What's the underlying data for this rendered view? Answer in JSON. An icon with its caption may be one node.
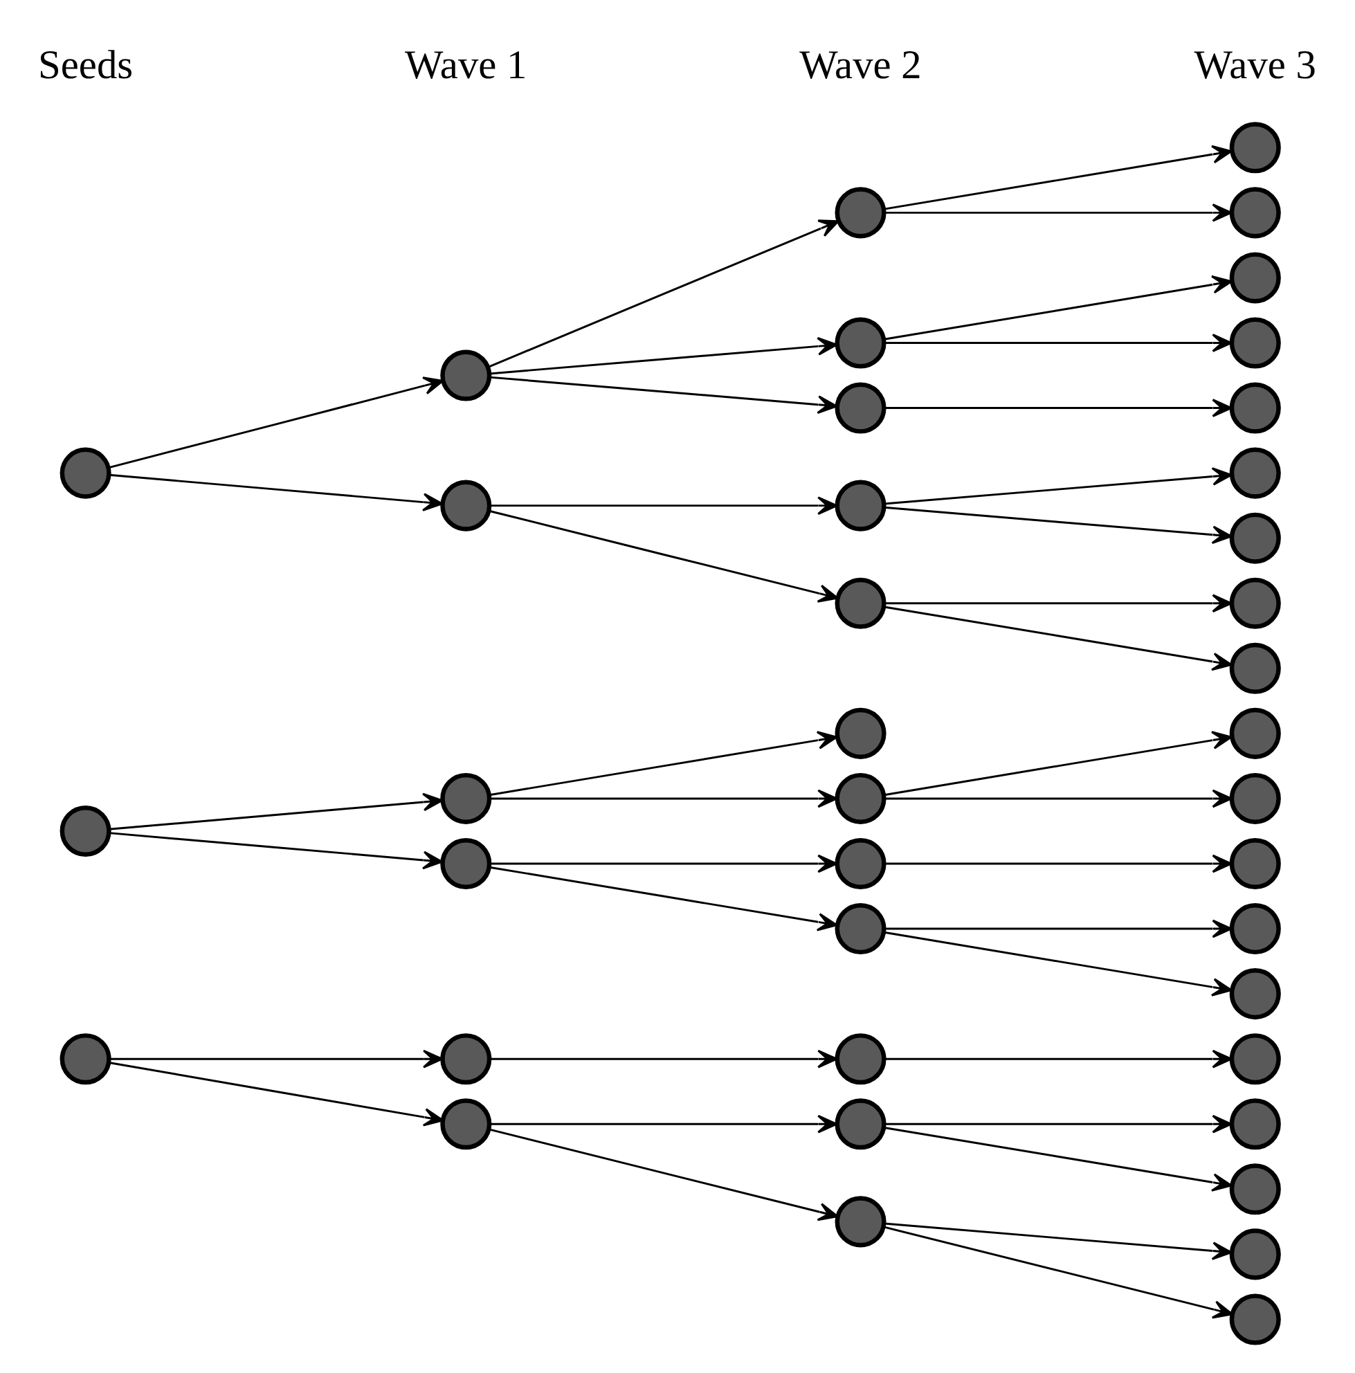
{
  "diagram": {
    "nodes": [
      {
        "text": [],
        "shape": "circle"
      },
      {
        "text": [],
        "shape": "circle"
      },
      {
        "text": [],
        "shape": "circle"
      },
      {
        "text": [],
        "shape": "circle"
      },
      {
        "text": [],
        "shape": "circle"
      },
      {
        "text": [],
        "shape": "circle"
      },
      {
        "text": [],
        "shape": "circle"
      },
      {
        "text": [],
        "shape": "circle"
      },
      {
        "text": [],
        "shape": "circle"
      },
      {
        "text": [],
        "shape": "circle"
      },
      {
        "text": [],
        "shape": "circle"
      },
      {
        "text": [],
        "shape": "circle"
      },
      {
        "text": [],
        "shape": "circle"
      },
      {
        "text": [],
        "shape": "circle"
      },
      {
        "text": [],
        "shape": "circle"
      },
      {
        "text": [],
        "shape": "circle"
      },
      {
        "text": [],
        "shape": "circle"
      },
      {
        "text": [],
        "shape": "circle"
      },
      {
        "text": [],
        "shape": "circle"
      },
      {
        "text": [],
        "shape": "circle"
      },
      {
        "text": [],
        "shape": "circle"
      },
      {
        "text": [],
        "shape": "circle"
      },
      {
        "text": [],
        "shape": "circle"
      },
      {
        "text": [],
        "shape": "circle"
      },
      {
        "text": [],
        "shape": "circle"
      },
      {
        "text": [],
        "shape": "circle"
      },
      {
        "text": [],
        "shape": "circle"
      },
      {
        "text": [],
        "shape": "circle"
      },
      {
        "text": [],
        "shape": "circle"
      },
      {
        "text": [],
        "shape": "circle"
      },
      {
        "text": [],
        "shape": "circle"
      },
      {
        "text": [],
        "shape": "circle"
      },
      {
        "text": [],
        "shape": "circle"
      },
      {
        "text": [],
        "shape": "circle"
      },
      {
        "text": [],
        "shape": "circle"
      },
      {
        "text": [],
        "shape": "circle"
      },
      {
        "text": [],
        "shape": "circle"
      },
      {
        "text": [],
        "shape": "circle"
      },
      {
        "text": [],
        "shape": "circle"
      },
      {
        "text": [],
        "shape": "circle"
      }
    ],
    "edges": [
      {
        "from": 0,
        "to": 3,
        "arrow": "to"
      },
      {
        "from": 0,
        "to": 4,
        "arrow": "to"
      },
      {
        "from": 1,
        "to": 5,
        "arrow": "to"
      },
      {
        "from": 1,
        "to": 6,
        "arrow": "to"
      },
      {
        "from": 2,
        "to": 7,
        "arrow": "to"
      },
      {
        "from": 2,
        "to": 8,
        "arrow": "to"
      },
      {
        "from": 3,
        "to": 9,
        "arrow": "to"
      },
      {
        "from": 3,
        "to": 10,
        "arrow": "to"
      },
      {
        "from": 3,
        "to": 11,
        "arrow": "to"
      },
      {
        "from": 4,
        "to": 12,
        "arrow": "to"
      },
      {
        "from": 4,
        "to": 13,
        "arrow": "to"
      },
      {
        "from": 5,
        "to": 14,
        "arrow": "to"
      },
      {
        "from": 5,
        "to": 15,
        "arrow": "to"
      },
      {
        "from": 6,
        "to": 16,
        "arrow": "to"
      },
      {
        "from": 6,
        "to": 17,
        "arrow": "to"
      },
      {
        "from": 7,
        "to": 18,
        "arrow": "to"
      },
      {
        "from": 8,
        "to": 19,
        "arrow": "to"
      },
      {
        "from": 8,
        "to": 20,
        "arrow": "to"
      },
      {
        "from": 9,
        "to": 21,
        "arrow": "to"
      },
      {
        "from": 9,
        "to": 22,
        "arrow": "to"
      },
      {
        "from": 10,
        "to": 23,
        "arrow": "to"
      },
      {
        "from": 10,
        "to": 24,
        "arrow": "to"
      },
      {
        "from": 11,
        "to": 25,
        "arrow": "to"
      },
      {
        "from": 12,
        "to": 26,
        "arrow": "to"
      },
      {
        "from": 12,
        "to": 27,
        "arrow": "to"
      },
      {
        "from": 13,
        "to": 28,
        "arrow": "to"
      },
      {
        "from": 13,
        "to": 29,
        "arrow": "to"
      },
      {
        "from": 15,
        "to": 30,
        "arrow": "to"
      },
      {
        "from": 15,
        "to": 31,
        "arrow": "to"
      },
      {
        "from": 16,
        "to": 32,
        "arrow": "to"
      },
      {
        "from": 17,
        "to": 33,
        "arrow": "to"
      },
      {
        "from": 17,
        "to": 34,
        "arrow": "to"
      },
      {
        "from": 18,
        "to": 35,
        "arrow": "to"
      },
      {
        "from": 19,
        "to": 36,
        "arrow": "to"
      },
      {
        "from": 19,
        "to": 37,
        "arrow": "to"
      },
      {
        "from": 20,
        "to": 38,
        "arrow": "to"
      },
      {
        "from": 20,
        "to": 39,
        "arrow": "to"
      }
    ],
    "labels": [
      "Seeds",
      "Wave 1",
      "Wave 2",
      "Wave 3"
    ]
  }
}
